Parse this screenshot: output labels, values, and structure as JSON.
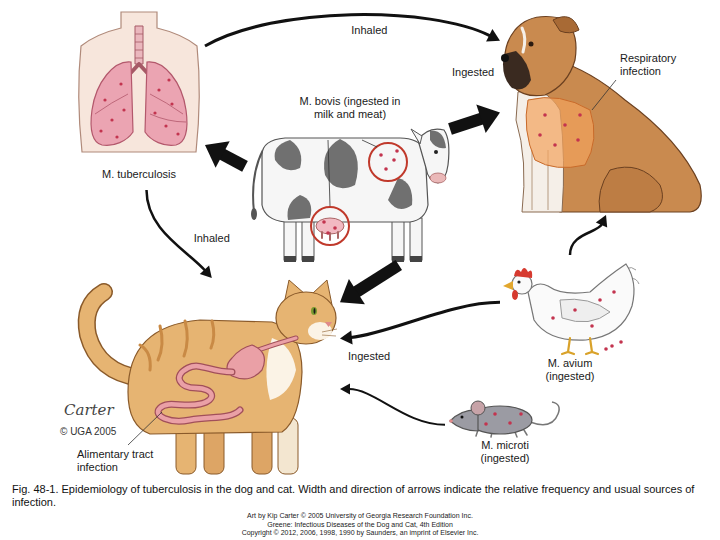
{
  "diagram": {
    "caption": "Fig. 48-1. Epidemiology of tuberculosis in the dog and cat. Width and direction of arrows indicate the relative frequency and usual sources of infection.",
    "nodes": [
      {
        "text": [
          "M. tuberculosis"
        ]
      },
      {
        "text": [
          "Respiratory infection"
        ]
      },
      {
        "text": [
          "M. bovis (ingested in milk and meat)"
        ]
      },
      {
        "text": [
          "Alimentary tract infection"
        ]
      },
      {
        "text": [
          "M. avium (ingested)"
        ]
      },
      {
        "text": [
          "M. microti (ingested)"
        ]
      }
    ],
    "edges": [
      {
        "from": 0,
        "to": 1,
        "arrow": "to",
        "label": "Inhaled"
      },
      {
        "from": 2,
        "to": 0,
        "arrow": "to"
      },
      {
        "from": 2,
        "to": 1,
        "arrow": "to"
      },
      {
        "from": 0,
        "to": 3,
        "arrow": "to",
        "label": "Inhaled"
      },
      {
        "from": 2,
        "to": 3,
        "arrow": "to"
      },
      {
        "from": 4,
        "to": 1,
        "arrow": "to"
      },
      {
        "from": 4,
        "to": 3,
        "arrow": "to"
      },
      {
        "from": 5,
        "to": 3,
        "arrow": "to"
      }
    ],
    "labels": [
      "Ingested",
      "Ingested",
      "Carter",
      "© UGA 2005",
      "Art by Kip Carter © 2005 University of Georgia Research Foundation Inc.",
      "Greene: Infectious Diseases of the Dog and Cat, 4th Edition",
      "Copyright © 2012, 2006, 1998, 1990 by Saunders, an imprint of Elsevier Inc."
    ]
  }
}
